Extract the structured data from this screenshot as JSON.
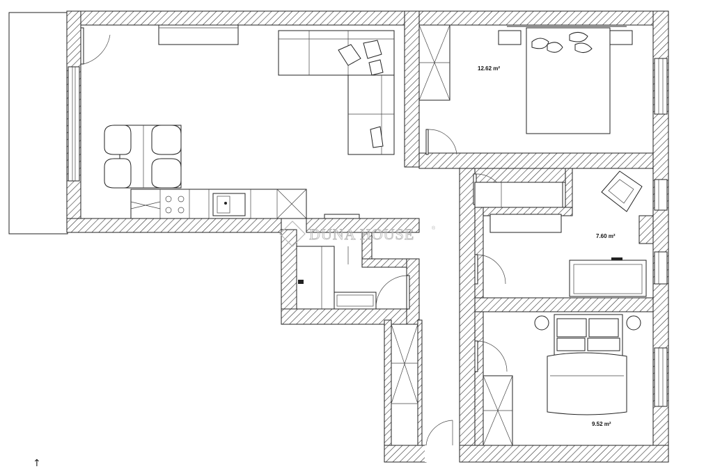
{
  "rooms": [
    {
      "id": "bedroom-1",
      "area_label": "12.62 m²"
    },
    {
      "id": "bedroom-2",
      "area_label": "7.60 m²"
    },
    {
      "id": "bedroom-3",
      "area_label": "9.52 m²"
    }
  ],
  "watermark": {
    "brand": "DUNA HOUSE",
    "registered": "®"
  },
  "compass": {
    "symbol": "↑"
  }
}
